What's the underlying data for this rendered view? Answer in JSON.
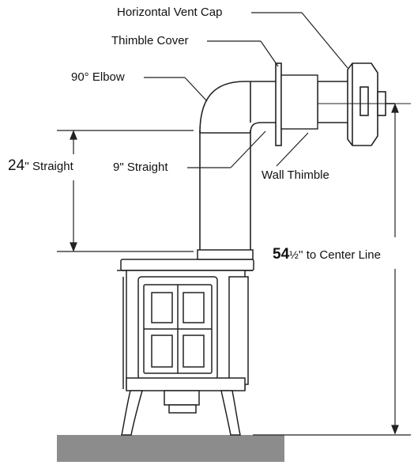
{
  "labels": {
    "horizontal_vent_cap": "Horizontal Vent Cap",
    "thimble_cover": "Thimble Cover",
    "elbow_90": "90° Elbow",
    "straight_24_number": "24",
    "straight_24_rest": "'' Straight",
    "straight_9": "9\" Straight",
    "wall_thimble": "Wall Thimble",
    "center_line_number": "54",
    "center_line_fraction": "½",
    "center_line_rest": "'' to Center Line"
  },
  "colors": {
    "line": "#222222",
    "floor": "#8c8c8c",
    "text": "#111111"
  }
}
